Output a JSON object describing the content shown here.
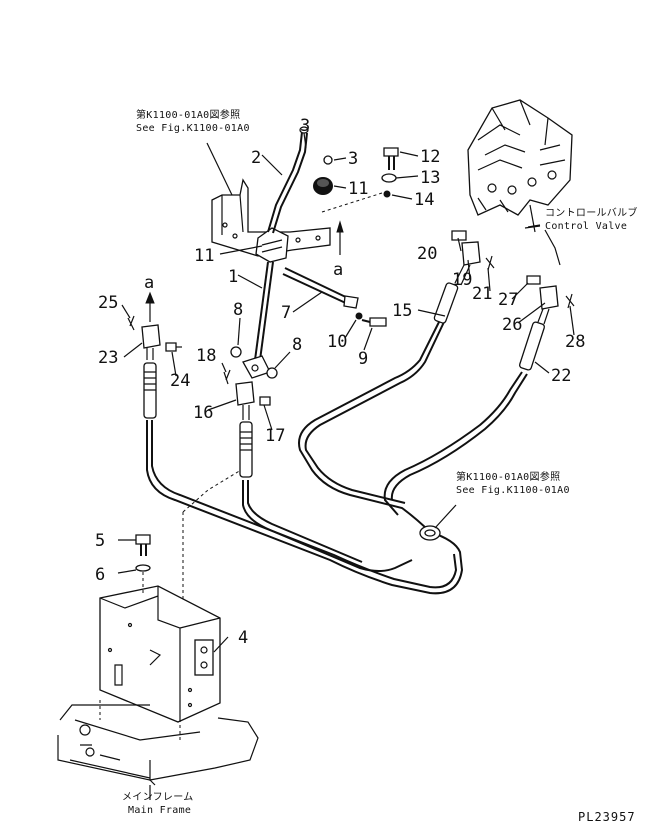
{
  "drawing": {
    "ref_top": {
      "jp": "第K1100-01A0図参照",
      "en": "See Fig.K1100-01A0"
    },
    "ref_right": {
      "jp": "第K1100-01A0図参照",
      "en": "See Fig.K1100-01A0"
    },
    "control_valve": {
      "jp": "コントロールバルブ",
      "en": "Control Valve"
    },
    "main_frame": {
      "jp": "メインフレーム",
      "en": "Main Frame"
    },
    "view_mark": "a",
    "drawing_code": "PL23957"
  },
  "callouts": {
    "p1": "1",
    "p2": "2",
    "p3a": "3",
    "p3b": "3",
    "p4": "4",
    "p5": "5",
    "p6": "6",
    "p7": "7",
    "p8a": "8",
    "p8b": "8",
    "p9": "9",
    "p10": "10",
    "p11a": "11",
    "p11b": "11",
    "p12": "12",
    "p13": "13",
    "p14": "14",
    "p15": "15",
    "p16": "16",
    "p17": "17",
    "p18": "18",
    "p19": "19",
    "p20": "20",
    "p21": "21",
    "p22": "22",
    "p23": "23",
    "p24": "24",
    "p25": "25",
    "p26": "26",
    "p27": "27",
    "p28": "28"
  }
}
